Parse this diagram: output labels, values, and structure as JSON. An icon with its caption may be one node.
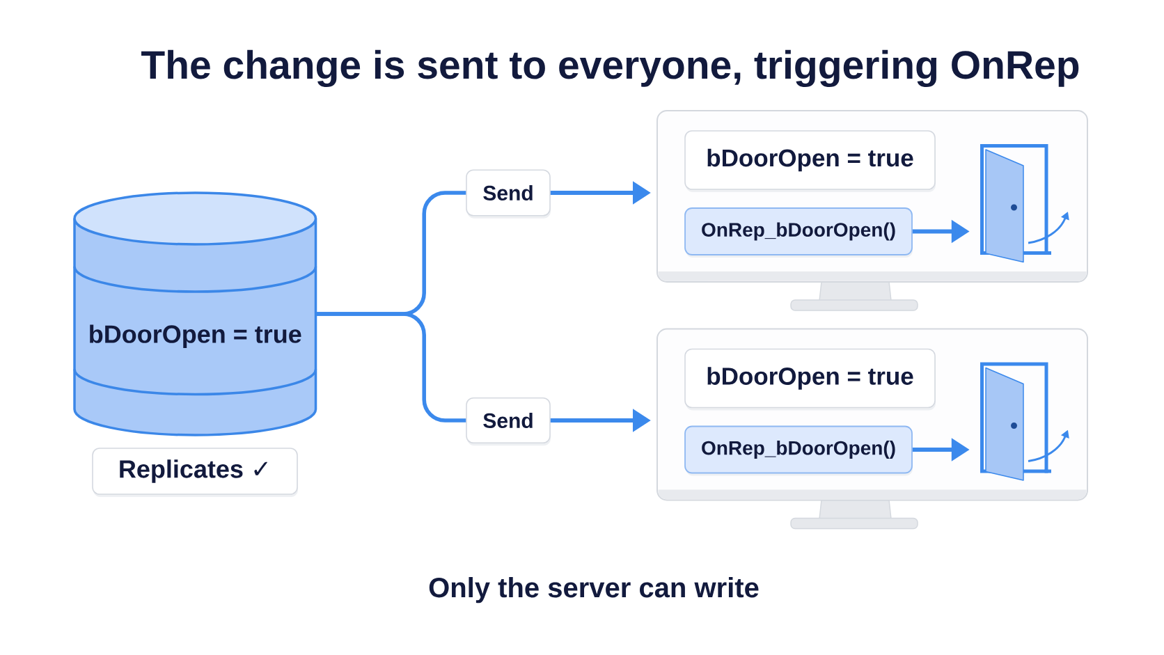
{
  "diagram": {
    "title": "The change is sent to everyone, triggering OnRep",
    "caption": "Only the server can write",
    "nodes": [
      {
        "text": [
          "bDoorOpen = true"
        ]
      },
      {
        "text": [
          "Replicates ✓"
        ]
      },
      {
        "text": [
          "Send"
        ]
      },
      {
        "text": [
          "Send"
        ]
      },
      {
        "text": [],
        "shape": "monitor"
      },
      {
        "text": [
          "bDoorOpen = true"
        ],
        "in": 4
      },
      {
        "text": [
          "OnRep_bDoorOpen()"
        ],
        "in": 4
      },
      {
        "text": [],
        "shape": "picture",
        "in": 4
      },
      {
        "text": [],
        "shape": "monitor"
      },
      {
        "text": [
          "bDoorOpen = true"
        ],
        "in": 8
      },
      {
        "text": [
          "OnRep_bDoorOpen()"
        ],
        "in": 8
      },
      {
        "text": [],
        "shape": "picture",
        "in": 8
      }
    ],
    "edges": [
      {
        "from": 0,
        "to": 2,
        "arrow": "none"
      },
      {
        "from": 0,
        "to": 3,
        "arrow": "none"
      },
      {
        "from": 2,
        "to": 4,
        "arrow": "to"
      },
      {
        "from": 3,
        "to": 8,
        "arrow": "to"
      },
      {
        "from": 6,
        "to": 7,
        "arrow": "to"
      },
      {
        "from": 10,
        "to": 11,
        "arrow": "to"
      }
    ]
  }
}
